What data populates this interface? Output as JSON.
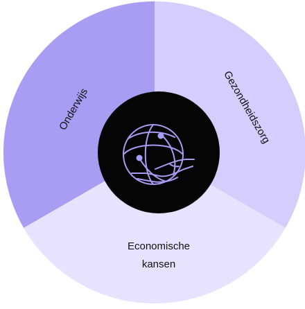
{
  "segments": [
    {
      "label": "Onderwijs",
      "color": "#a99cf3"
    },
    {
      "label": "Gezondheidszorg",
      "color": "#d5cdfb"
    },
    {
      "label_lines": [
        "Economische",
        "kansen"
      ],
      "color": "#e7e2fd"
    }
  ],
  "center": {
    "icon": "globe-handshake-icon",
    "background": "#050505",
    "stroke": "#a99cf3"
  }
}
